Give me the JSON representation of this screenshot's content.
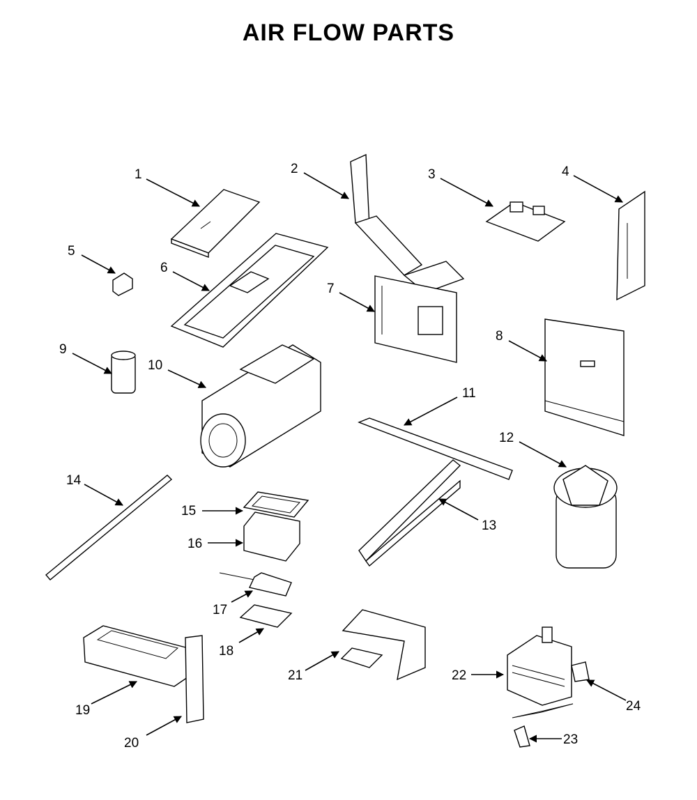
{
  "title": "AIR FLOW PARTS",
  "callouts": [
    "1",
    "2",
    "3",
    "4",
    "5",
    "6",
    "7",
    "8",
    "9",
    "10",
    "11",
    "12",
    "13",
    "14",
    "15",
    "16",
    "17",
    "18",
    "19",
    "20",
    "21",
    "22",
    "23",
    "24"
  ]
}
